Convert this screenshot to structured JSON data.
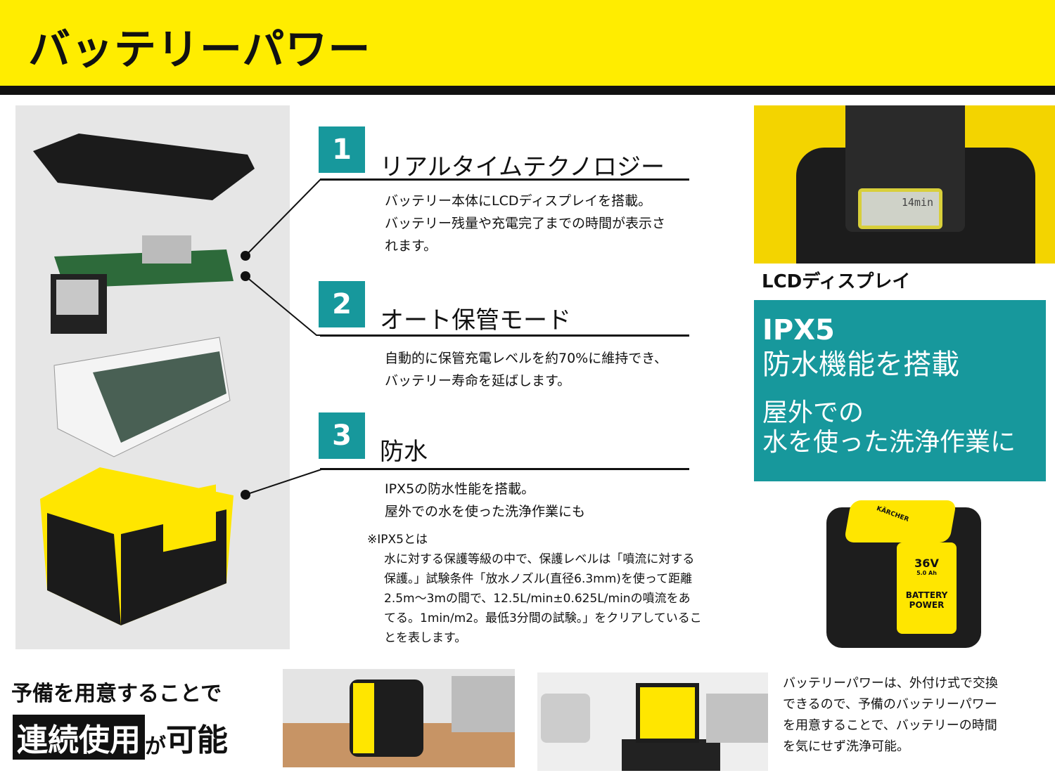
{
  "header": {
    "title": "バッテリーパワー"
  },
  "features": [
    {
      "number": "1",
      "heading": "リアルタイムテクノロジー",
      "lines": [
        "バッテリー本体にLCDディスプレイを搭載。",
        "バッテリー残量や充電完了までの時間が表示さ",
        "れます。"
      ]
    },
    {
      "number": "2",
      "heading": "オート保管モード",
      "lines": [
        "自動的に保管充電レベルを約70%に維持でき、",
        "バッテリー寿命を延ばします。"
      ]
    },
    {
      "number": "3",
      "heading": "防水",
      "lines": [
        "IPX5の防水性能を搭載。",
        "屋外での水を使った洗浄作業にも"
      ]
    }
  ],
  "note": {
    "title": "※IPX5とは",
    "lines": [
      "水に対する保護等級の中で、保護レベルは「噴流に対する",
      "保護。」試験条件「放水ノズル(直径6.3mm)を使って距離",
      "2.5m〜3mの間で、12.5L/min±0.625L/minの噴流をあ",
      "てる。1min/m2。最低3分間の試験。」をクリアしているこ",
      "とを表します。"
    ]
  },
  "lcd": {
    "caption": "LCDディスプレイ",
    "screen": "14min"
  },
  "ipx": {
    "title": "IPX5",
    "subtitle": "防水機能を搭載",
    "line1": "屋外での",
    "line2": "水を使った洗浄作業に"
  },
  "battery": {
    "voltage": "36V",
    "capacity": "5.0 Ah",
    "label1": "BATTERY",
    "label2": "POWER",
    "brand": "KÄRCHER"
  },
  "bottom": {
    "line1": "予備を用意することで",
    "highlight": "連続使用",
    "particle": "が",
    "tail": "可能",
    "desc": [
      "バッテリーパワーは、外付け式で交換",
      "できるので、予備のバッテリーパワー",
      "を用意することで、バッテリーの時間",
      "を気にせず洗浄可能。"
    ]
  }
}
